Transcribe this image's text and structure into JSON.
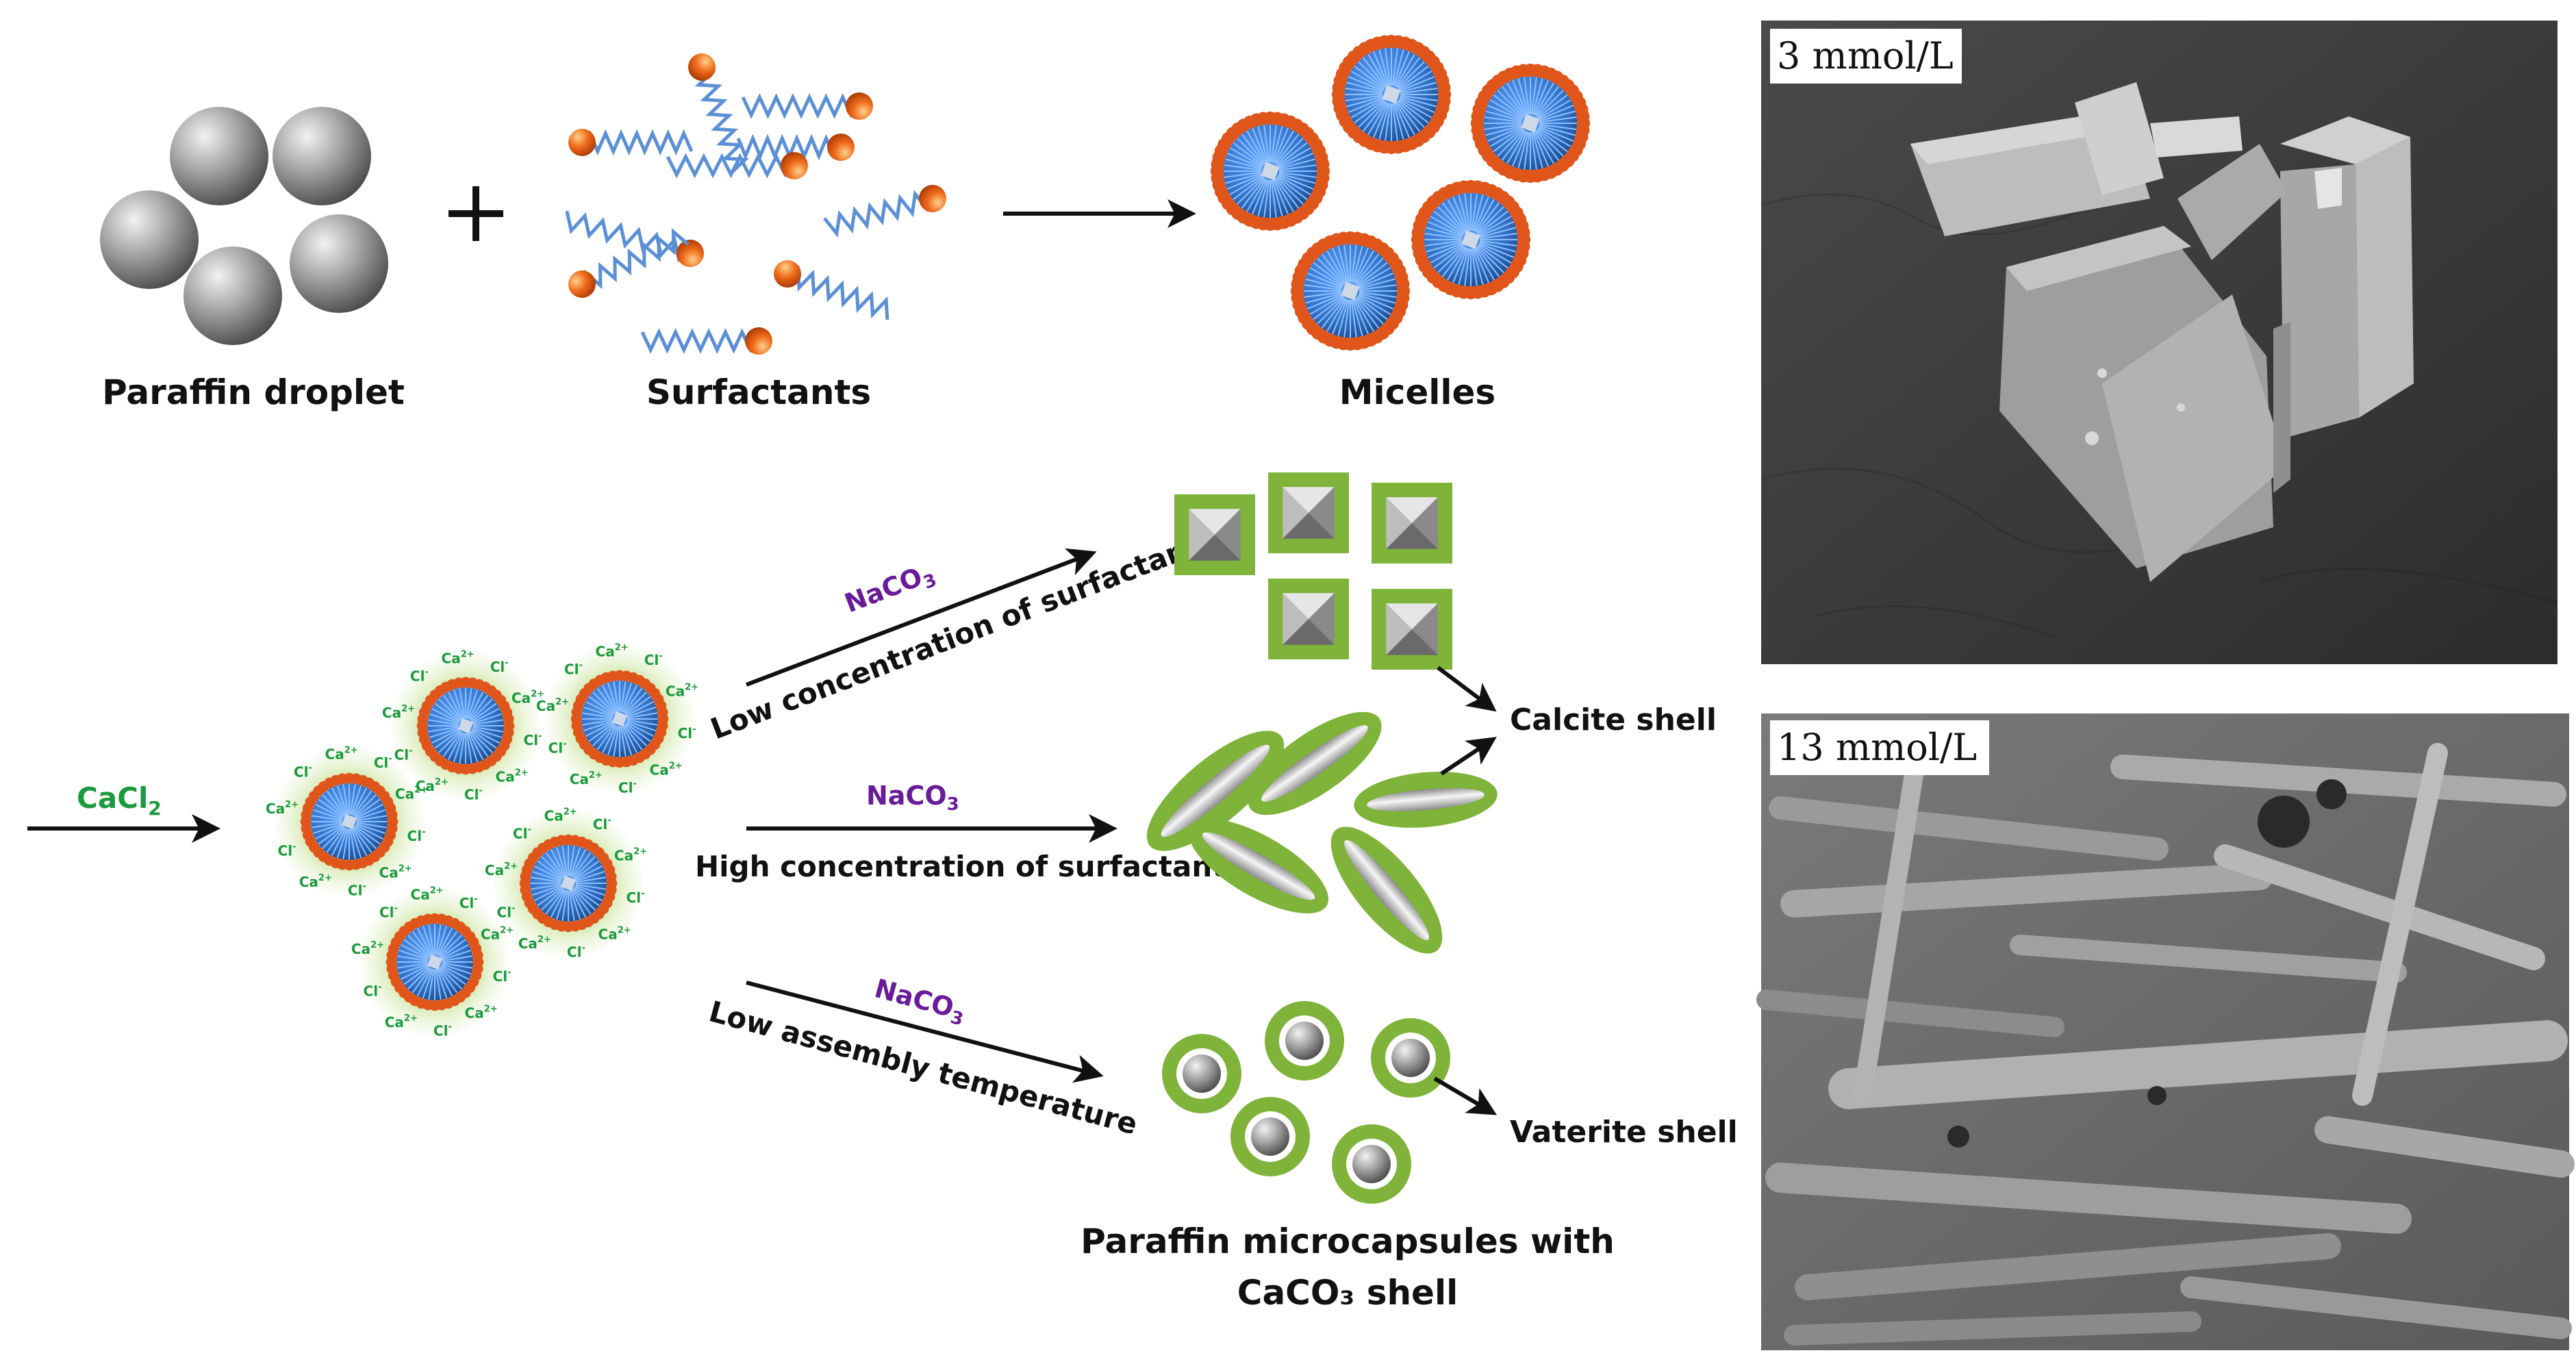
{
  "labels": {
    "paraffin_droplet": "Paraffin droplet",
    "surfactants": "Surfactants",
    "micelles": "Micelles",
    "cacl2": "CaCl",
    "cacl2_sub": "2",
    "naco3": "NaCO",
    "naco3_sub": "3",
    "low_surfactant": "Low concentration of surfactant",
    "high_surfactant": "High concentration of surfactant",
    "low_temp": "Low assembly temperature",
    "calcite_shell": "Calcite shell",
    "vaterite_shell": "Vaterite shell",
    "product_line1": "Paraffin microcapsules with",
    "product_line2": "CaCO₃ shell",
    "ion_ca": "Ca",
    "ion_ca_charge": "2+",
    "ion_cl": "Cl",
    "ion_cl_charge": "-"
  },
  "sem": {
    "top_label": "3 mmol/L",
    "bottom_label": "13 mmol/L"
  },
  "colors": {
    "reagent_green": "#1a9a3c",
    "reagent_purple": "#6a1b9a",
    "shell_green": "#7fb33a",
    "micelle_blue": "#2f6fc4",
    "head_orange": "#e0561a",
    "halo_green": "#cfe6a6"
  }
}
